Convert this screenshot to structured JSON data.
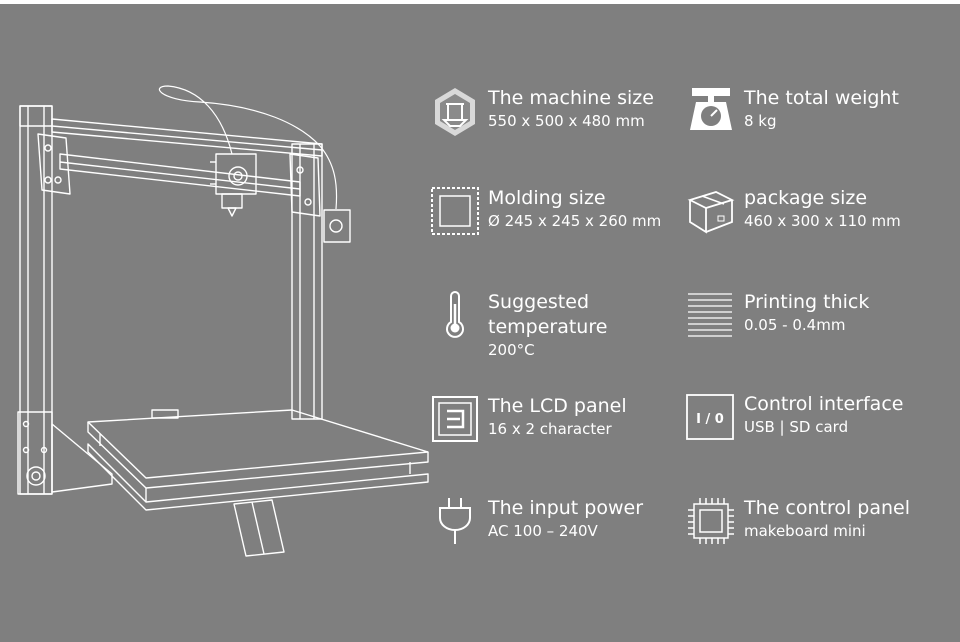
{
  "colors": {
    "background": "#7f7f7f",
    "foreground": "#ffffff"
  },
  "printer": {
    "icon": "3d-printer-frame-illustration"
  },
  "specs": [
    {
      "icon": "machine-cube-icon",
      "title": "The machine size",
      "value": "550 x 500 x 480 mm"
    },
    {
      "icon": "weight-scale-icon",
      "title": "The total weight",
      "value": "8 kg"
    },
    {
      "icon": "molding-grid-icon",
      "title": "Molding size",
      "value": "Ø 245 x 245 x 260 mm"
    },
    {
      "icon": "package-box-icon",
      "title": "package size",
      "value": "460 x 300 x 110 mm"
    },
    {
      "icon": "thermometer-icon",
      "title": "Suggested",
      "title2": "temperature",
      "value": "200°C"
    },
    {
      "icon": "layers-lines-icon",
      "title": "Printing thick",
      "value": "0.05 - 0.4mm"
    },
    {
      "icon": "lcd-panel-icon",
      "title": "The LCD panel",
      "value": "16 x 2 character"
    },
    {
      "icon": "io-switch-icon",
      "io_label": "I / 0",
      "title": "Control interface",
      "value": "USB | SD card"
    },
    {
      "icon": "power-plug-icon",
      "title": "The input power",
      "value": "AC 100 – 240V"
    },
    {
      "icon": "chip-board-icon",
      "title": "The control panel",
      "value": "makeboard mini"
    }
  ]
}
